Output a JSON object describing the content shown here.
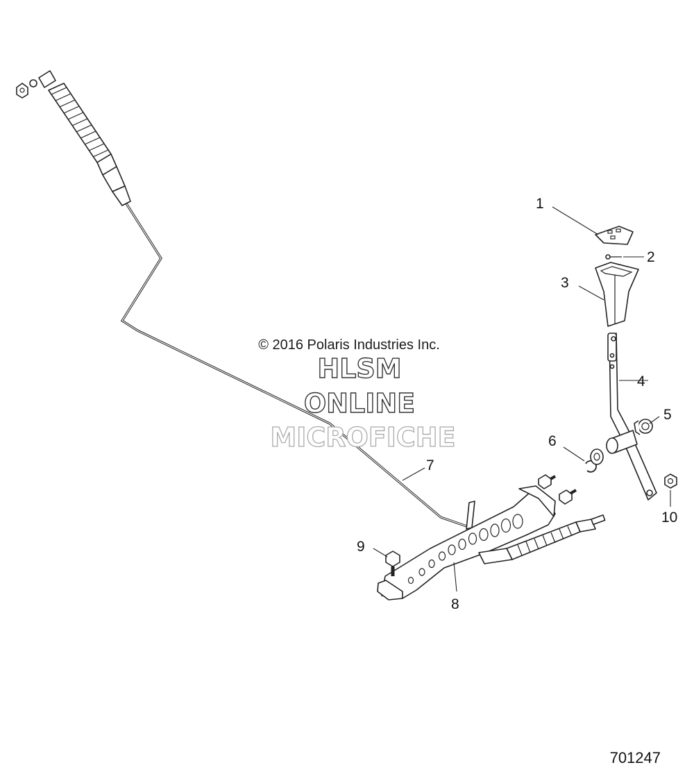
{
  "watermark": {
    "copyright": "© 2016 Polaris Industries Inc.",
    "line1": "HLSM",
    "line2": "ONLINE",
    "line3": "MICROFICHE"
  },
  "diagram_id": "701247",
  "callouts": [
    "1",
    "2",
    "3",
    "4",
    "5",
    "6",
    "7",
    "8",
    "9",
    "10"
  ]
}
